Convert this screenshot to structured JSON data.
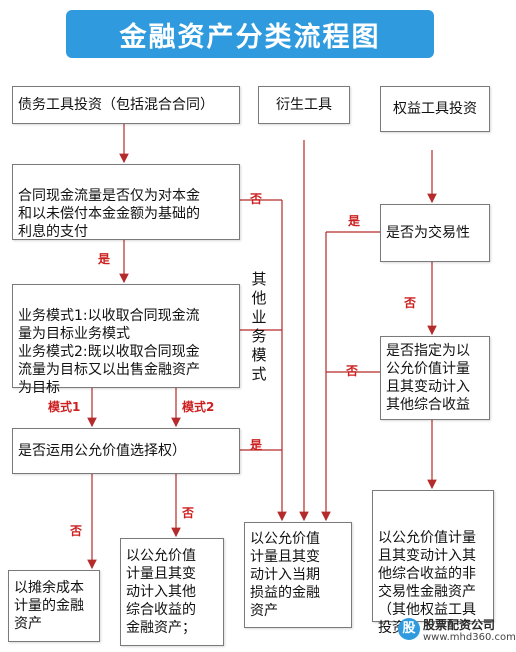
{
  "title": "金融资产分类流程图",
  "boxes": {
    "debt": "债务工具投资（包括混合合同）",
    "derivative": "衍生工具",
    "equity": "权益工具投资",
    "sppi": "合同现金流量是否仅为对本金\n和以未偿付本金金额为基础的\n利息的支付",
    "business_model": "业务模式1:以收取合同现金流\n量为目标业务模式\n业务模式2:既以收取合同现金\n流量为目标又以出售金融资产\n为目标",
    "fvo": "是否运用公允价值选择权）",
    "trading": "是否为交易性",
    "designated": "是否指定为以\n公允价值计量\n且其变动计入\n其他综合收益",
    "amortized": "以摊余成本\n计量的金融\n资产",
    "fvoci": "以公允价值\n计量且其变\n动计入其他\n综合收益的\n金融资产；",
    "fvtpl": "以公允价值\n计量且其变\n动计入当期\n损益的金融\n资产",
    "fvoci_equity": "以公允价值计量\n且其变动计入其\n他综合收益的非\n交易性金融资产\n（其他权益工具\n投资）"
  },
  "other_models": "其\n他\n业\n务\n模\n式",
  "labels": {
    "no_sppi": "否",
    "yes_sppi": "是",
    "model1": "模式1",
    "model2": "模式2",
    "yes_fvo": "是",
    "no_fvo_left": "否",
    "no_fvo_right": "否",
    "yes_trading": "是",
    "no_trading": "否",
    "no_designated": "否"
  },
  "watermark": {
    "logo": "股",
    "name": "股票配资公司",
    "url": "www.mhd360.com"
  },
  "colors": {
    "title_bg": "#2f9bde",
    "arrow": "#b52a2a",
    "label": "#cc1f1f"
  }
}
